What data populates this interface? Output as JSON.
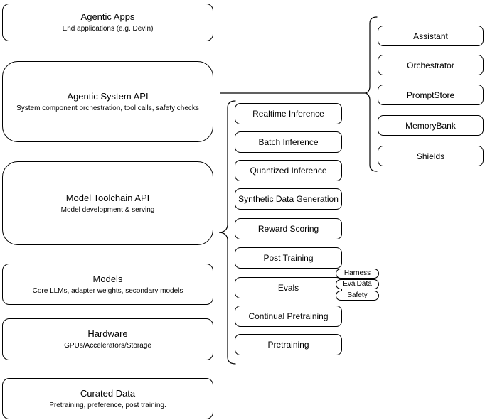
{
  "diagram": {
    "left_column": [
      {
        "title": "Agentic Apps",
        "subtitle": "End applications (e.g. Devin)"
      },
      {
        "title": "Agentic System API",
        "subtitle": "System component orchestration, tool calls, safety checks"
      },
      {
        "title": "Model Toolchain API",
        "subtitle": "Model development & serving"
      },
      {
        "title": "Models",
        "subtitle": "Core LLMs, adapter weights, secondary models"
      },
      {
        "title": "Hardware",
        "subtitle": "GPUs/Accelerators/Storage"
      },
      {
        "title": "Curated Data",
        "subtitle": "Pretraining, preference, post training."
      }
    ],
    "toolchain_items": [
      "Realtime Inference",
      "Batch Inference",
      "Quantized Inference",
      "Synthetic Data Generation",
      "Reward Scoring",
      "Post Training",
      "Evals",
      "Continual Pretraining",
      "Pretraining"
    ],
    "eval_tags": [
      "Harness",
      "EvalData",
      "Safety"
    ],
    "system_components": [
      "Assistant",
      "Orchestrator",
      "PromptStore",
      "MemoryBank",
      "Shields"
    ],
    "colors": {
      "stroke": "#000000",
      "fill": "#ffffff",
      "background": "#ffffff"
    }
  }
}
